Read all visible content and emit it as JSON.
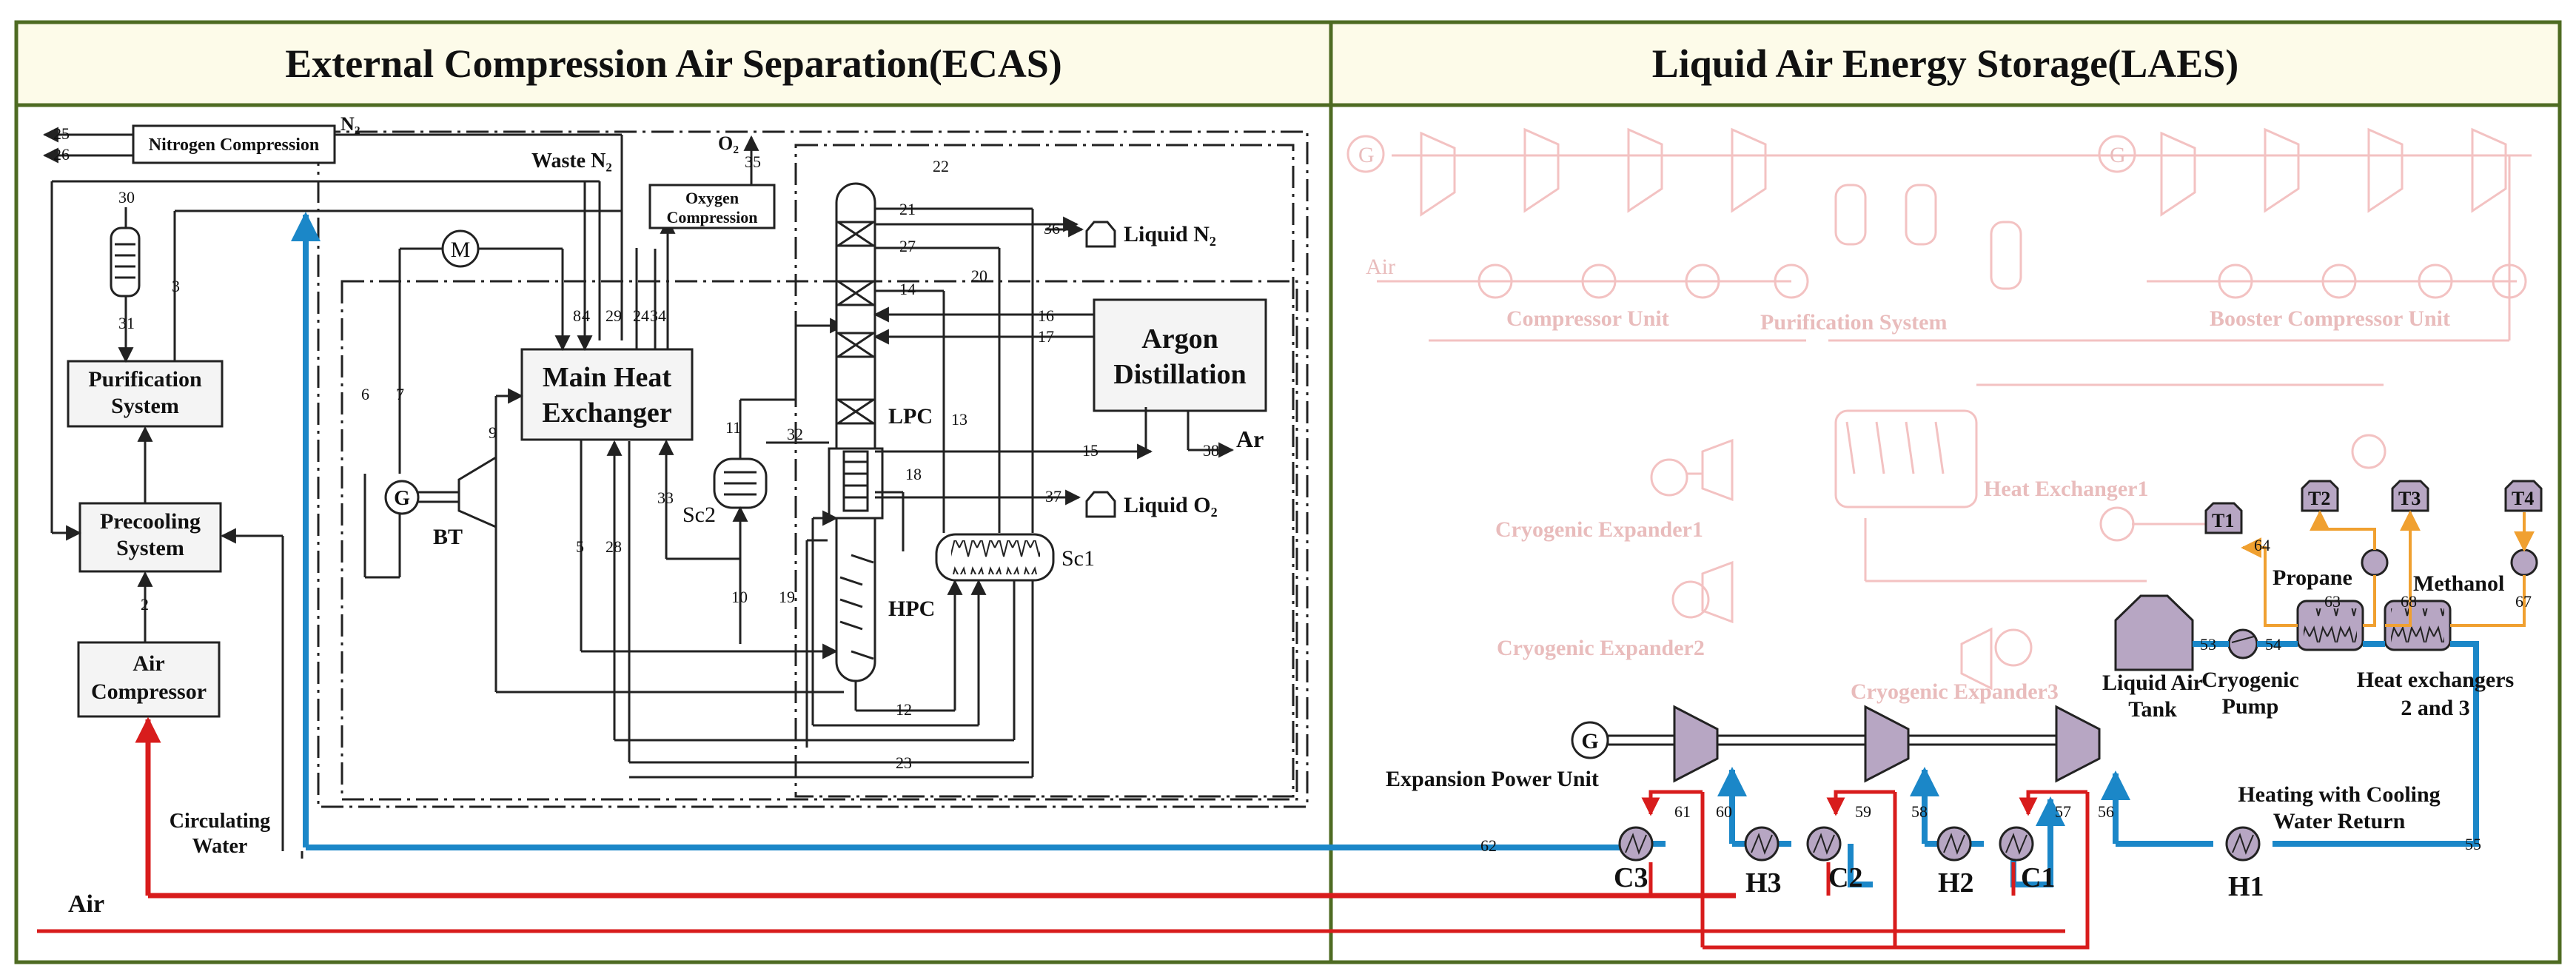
{
  "headers": {
    "left": "External Compression Air Separation(ECAS)",
    "right": "Liquid Air Energy Storage(LAES)"
  },
  "ecas": {
    "nitrogen_compression": "Nitrogen Compression",
    "n2_label": "N₂",
    "waste_n2": "Waste N₂",
    "oxygen_compression": "Oxygen\nCompression",
    "o2_label": "O₂",
    "purification": "Purification\nSystem",
    "precooling": "Precooling\nSystem",
    "air_compressor": "Air\nCompressor",
    "main_heat_exchanger": "Main Heat\nExchanger",
    "argon_distillation": "Argon\nDistillation",
    "ar_label": "Ar",
    "liquid_n2": "Liquid N₂",
    "liquid_o2": "Liquid O₂",
    "lpc": "LPC",
    "hpc": "HPC",
    "sc1": "Sc1",
    "sc2": "Sc2",
    "bt": "BT",
    "g": "G",
    "m": "M",
    "air_label": "Air",
    "circulating_water": "Circulating\nWater",
    "stream_numbers": [
      "25",
      "26",
      "30",
      "31",
      "3",
      "2",
      "8",
      "4",
      "29",
      "24",
      "34",
      "35",
      "9",
      "6",
      "7",
      "22",
      "21",
      "27",
      "20",
      "14",
      "16",
      "17",
      "11",
      "32",
      "33",
      "13",
      "15",
      "38",
      "18",
      "37",
      "5",
      "28",
      "10",
      "19",
      "12",
      "23",
      "36"
    ]
  },
  "laes_faded": {
    "air": "Air",
    "g": "G",
    "compressor_unit": "Compressor Unit",
    "purification_system": "Purification System",
    "booster_compressor_unit": "Booster Compressor Unit",
    "heat_exchanger1": "Heat Exchanger1",
    "cryogenic_expander1": "Cryogenic Expander1",
    "cryogenic_expander2": "Cryogenic Expander2",
    "cryogenic_expander3": "Cryogenic Expander3"
  },
  "laes": {
    "g": "G",
    "expansion_power_unit": "Expansion Power Unit",
    "liquid_air_tank": "Liquid Air\nTank",
    "cryogenic_pump": "Cryogenic\nPump",
    "propane": "Propane",
    "methanol": "Methanol",
    "heat_exchangers_2_3": "Heat exchangers\n2 and 3",
    "heating_cooling_water": "Heating with Cooling\nWater Return",
    "t1": "T1",
    "t2": "T2",
    "t3": "T3",
    "t4": "T4",
    "c1": "C1",
    "c2": "C2",
    "c3": "C3",
    "h1": "H1",
    "h2": "H2",
    "h3": "H3",
    "stream_numbers": [
      "64",
      "63",
      "68",
      "67",
      "53",
      "54",
      "55",
      "56",
      "57",
      "58",
      "59",
      "60",
      "61",
      "62"
    ]
  },
  "colors": {
    "frame": "#4e6b22",
    "header_bg": "#fdfbe9",
    "blue": "#1b87c8",
    "red": "#d81c1c",
    "orange": "#f0a030",
    "purple": "#b7a6c3",
    "faded": "#f3c2c2"
  }
}
